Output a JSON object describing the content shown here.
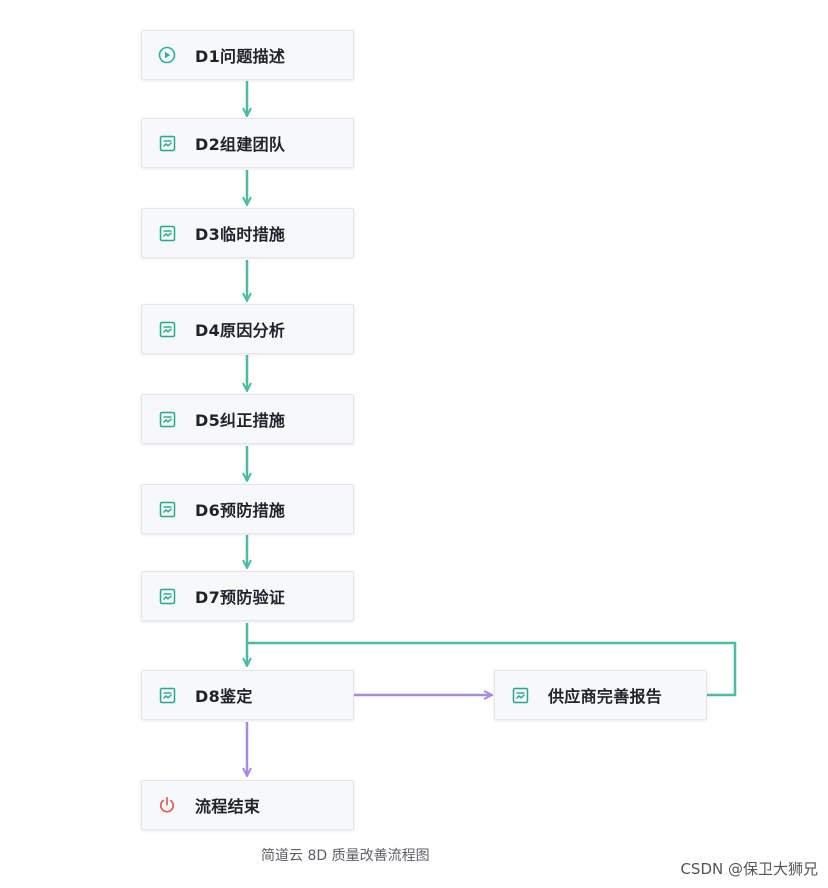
{
  "colors": {
    "flow_arrow": "#4dbb9f",
    "branch_arrow": "#a68be5",
    "start_icon": "#2bb39a",
    "form_icon": "#26a88c",
    "end_icon": "#e05a5a",
    "node_bg": "#f7f8fa"
  },
  "nodes": [
    {
      "id": "d1",
      "label": "D1问题描述",
      "icon": "play-circle-icon"
    },
    {
      "id": "d2",
      "label": "D2组建团队",
      "icon": "form-icon"
    },
    {
      "id": "d3",
      "label": "D3临时措施",
      "icon": "form-icon"
    },
    {
      "id": "d4",
      "label": "D4原因分析",
      "icon": "form-icon"
    },
    {
      "id": "d5",
      "label": "D5纠正措施",
      "icon": "form-icon"
    },
    {
      "id": "d6",
      "label": "D6预防措施",
      "icon": "form-icon"
    },
    {
      "id": "d7",
      "label": "D7预防验证",
      "icon": "form-icon"
    },
    {
      "id": "d8",
      "label": "D8鉴定",
      "icon": "form-icon"
    },
    {
      "id": "supplier",
      "label": "供应商完善报告",
      "icon": "form-icon"
    },
    {
      "id": "end",
      "label": "流程结束",
      "icon": "power-icon"
    }
  ],
  "caption": "简道云 8D 质量改善流程图",
  "watermark": "CSDN @保卫大狮兄"
}
